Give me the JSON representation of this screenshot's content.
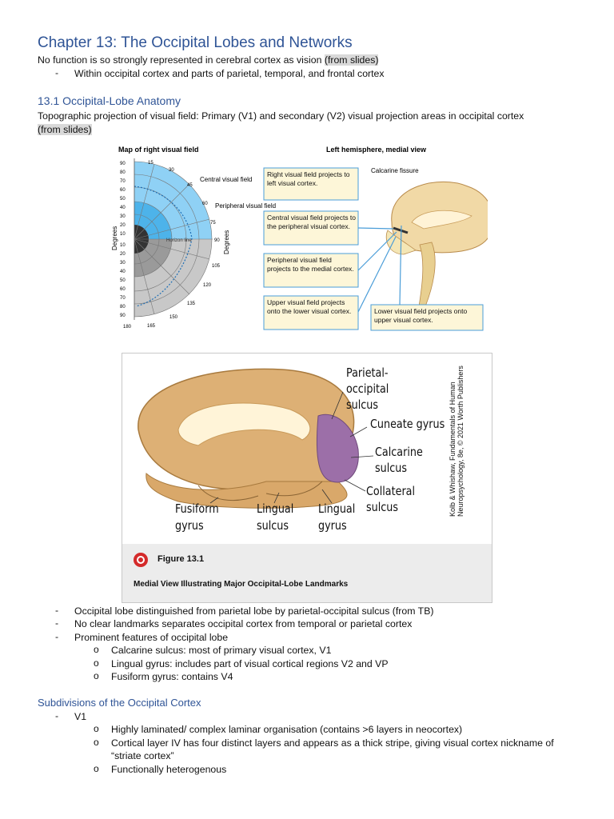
{
  "chapter_title": "Chapter 13: The Occipital Lobes and Networks",
  "intro": {
    "text": "No function is so strongly represented in cerebral cortex as vision ",
    "highlight": "(from slides)",
    "sub": "Within occipital cortex and parts of parietal, temporal, and frontal cortex"
  },
  "section1": {
    "heading": "13.1 Occipital-Lobe Anatomy",
    "line1": "Topographic projection of visual field: Primary (V1) and secondary (V2) visual projection areas in occipital cortex",
    "line2_highlight": "(from slides)"
  },
  "figure_a": {
    "map_title": "Map of right visual field",
    "view_title": "Left hemisphere, medial view",
    "left_ticks": [
      "90",
      "80",
      "70",
      "60",
      "50",
      "40",
      "30",
      "20",
      "10",
      "10",
      "20",
      "30",
      "40",
      "50",
      "60",
      "70",
      "80",
      "90"
    ],
    "arc_labels": [
      "15",
      "30",
      "45",
      "60",
      "75",
      "90",
      "105",
      "120",
      "135",
      "150",
      "165",
      "180"
    ],
    "label_central": "Central visual field",
    "label_peripheral": "Peripheral visual field",
    "label_horizon": "Horizon line",
    "label_degrees": "Degrees",
    "box1": "Right visual field projects to left visual cortex.",
    "box2": "Central visual field projects to the peripheral visual cortex.",
    "box3": "Peripheral visual field projects to the medial cortex.",
    "box4": "Upper visual field projects onto the lower visual cortex.",
    "box5": "Lower visual field projects onto upper visual cortex.",
    "calcarine": "Calcarine fissure"
  },
  "figure_b": {
    "parieto": "Parietal-occipital sulcus",
    "cuneate": "Cuneate gyrus",
    "calcarine": "Calcarine sulcus",
    "collateral": "Collateral sulcus",
    "fusiform": "Fusiform gyrus",
    "lingual_sulcus": "Lingual sulcus",
    "lingual_gyrus": "Lingual gyrus",
    "credit": "Kolb & Whishaw, Fundamentals of Human Neuropsychology, 8e, © 2021 Worth Publishers",
    "figure_label": "Figure 13.1",
    "caption": "Medial View Illustrating Major Occipital-Lobe Landmarks"
  },
  "bullets": [
    "Occipital lobe distinguished from parietal lobe by parietal-occipital sulcus (from TB)",
    "No clear landmarks separates occipital cortex from temporal or parietal cortex",
    "Prominent features of occipital lobe"
  ],
  "sub_bullets": [
    "Calcarine sulcus: most of primary visual cortex, V1",
    "Lingual gyrus: includes part of visual cortical regions V2 and VP",
    "Fusiform gyrus: contains V4"
  ],
  "section2": {
    "heading": "Subdivisions of the Occipital Cortex",
    "item": "V1",
    "subs": [
      "Highly laminated/ complex laminar organisation (contains >6 layers in neocortex)",
      "Cortical layer IV has four distinct layers and appears as a thick stripe, giving visual cortex nickname of",
      "“striate cortex”",
      "Functionally heterogenous"
    ]
  }
}
